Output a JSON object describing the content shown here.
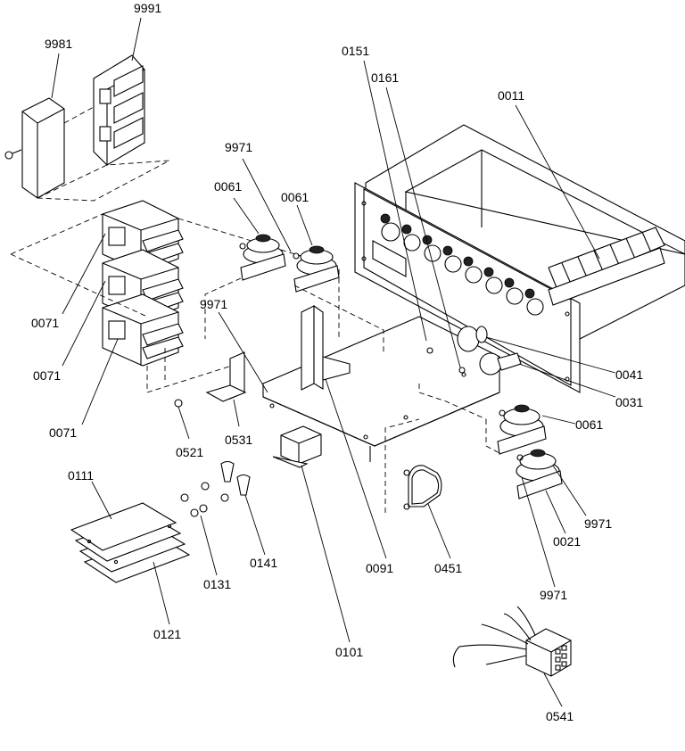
{
  "callouts": {
    "c9991": "9991",
    "c9981": "9981",
    "c0151": "0151",
    "c0161": "0161",
    "c0011": "0011",
    "c9971_top": "9971",
    "c0061_a": "0061",
    "c0061_b": "0061",
    "c0071_a": "0071",
    "c0071_b": "0071",
    "c0071_c": "0071",
    "c9971_mid": "9971",
    "c0041": "0041",
    "c0031": "0031",
    "c0061_c": "0061",
    "c0521": "0521",
    "c0531": "0531",
    "c0111": "0111",
    "c9971_r1": "9971",
    "c0021": "0021",
    "c9971_r2": "9971",
    "c0141": "0141",
    "c0131": "0131",
    "c0091": "0091",
    "c0451": "0451",
    "c0121": "0121",
    "c0101": "0101",
    "c0541": "0541"
  }
}
